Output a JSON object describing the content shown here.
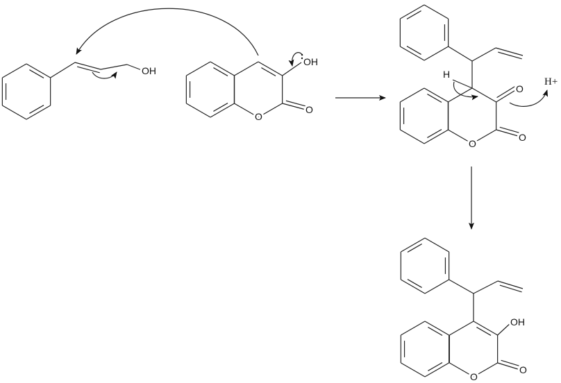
{
  "scheme": {
    "reactant_allyl_alcohol": {
      "hydroxyl": "OH"
    },
    "reactant_coumarin": {
      "hydroxyl": "OH",
      "ring_oxygen": "O",
      "carbonyl_oxygen": "O"
    },
    "intermediate": {
      "hydrogen": "H",
      "ketone_oxygen": "O",
      "ring_oxygen": "O",
      "carbonyl_oxygen": "O",
      "released_proton": "H+"
    },
    "product": {
      "hydroxyl": "OH",
      "ring_oxygen": "O",
      "carbonyl_oxygen": "O"
    }
  },
  "colors": {
    "ink": "#222222",
    "background": "#ffffff"
  }
}
